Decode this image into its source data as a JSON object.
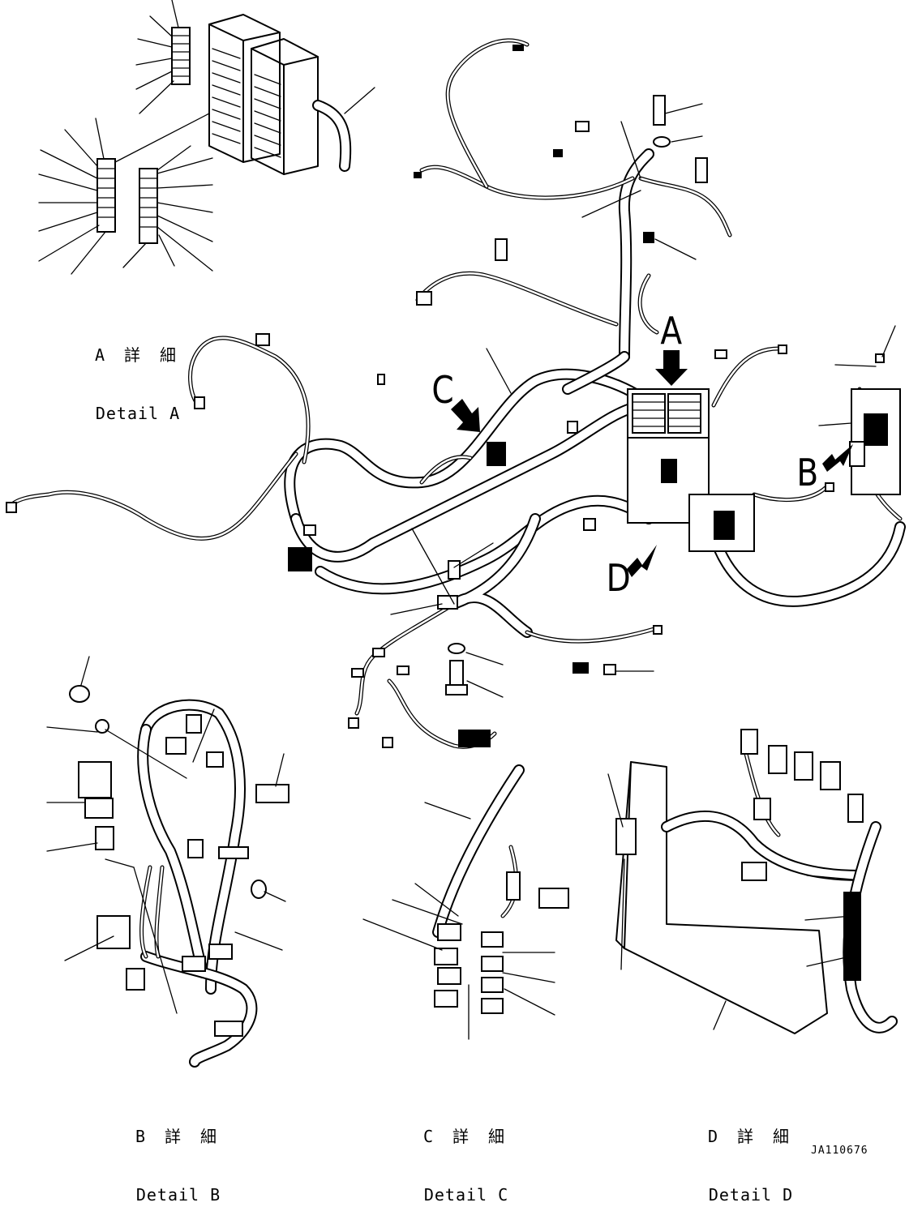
{
  "details": {
    "a": {
      "jp": "A 詳 細",
      "en": "Detail A"
    },
    "b": {
      "jp": "B 詳 細",
      "en": "Detail B"
    },
    "c": {
      "jp": "C 詳 細",
      "en": "Detail C"
    },
    "d": {
      "jp": "D 詳 細",
      "en": "Detail D"
    }
  },
  "callouts": {
    "a": "A",
    "b": "B",
    "c": "C",
    "d": "D"
  },
  "drawing_code": "JA110676"
}
